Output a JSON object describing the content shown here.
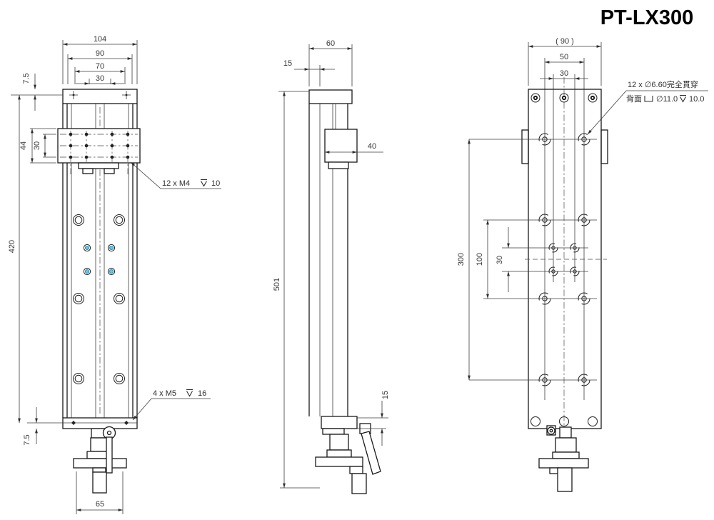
{
  "title": "PT-LX300",
  "front_view": {
    "dims": {
      "overall_width": "104",
      "width_90": "90",
      "width_70": "70",
      "width_30": "30",
      "top_offset": "7.5",
      "carriage_height": "44",
      "carriage_hole_rows": "30",
      "rail_length": "420",
      "bottom_offset": "7.5",
      "base_width": "65"
    },
    "annotations": {
      "carriage_holes_label": "12 x M4",
      "carriage_holes_depth": "10",
      "base_holes_label": "4 x M5",
      "base_holes_depth": "16"
    }
  },
  "side_view": {
    "dims": {
      "depth": "60",
      "top_left_offset": "15",
      "carriage_depth": "40",
      "overall_height": "501",
      "base_thickness": "15"
    }
  },
  "back_view": {
    "dims": {
      "overall_width_ref": "( 90 )",
      "hole_cols_span": "50",
      "inner_hole_cols_span": "30",
      "hole_rows_span": "300",
      "inner_rows_span": "100",
      "inner_rows_30": "30"
    },
    "annotation": {
      "line1": "12 x ∅6.60完全貫穿",
      "back_face": "背面",
      "cbore_dia": "∅11.0",
      "cbore_depth": "10.0"
    }
  },
  "colors": {
    "line": "#1a1a1a",
    "dim_text": "#383838",
    "hole_accent": "#66c4e6"
  }
}
